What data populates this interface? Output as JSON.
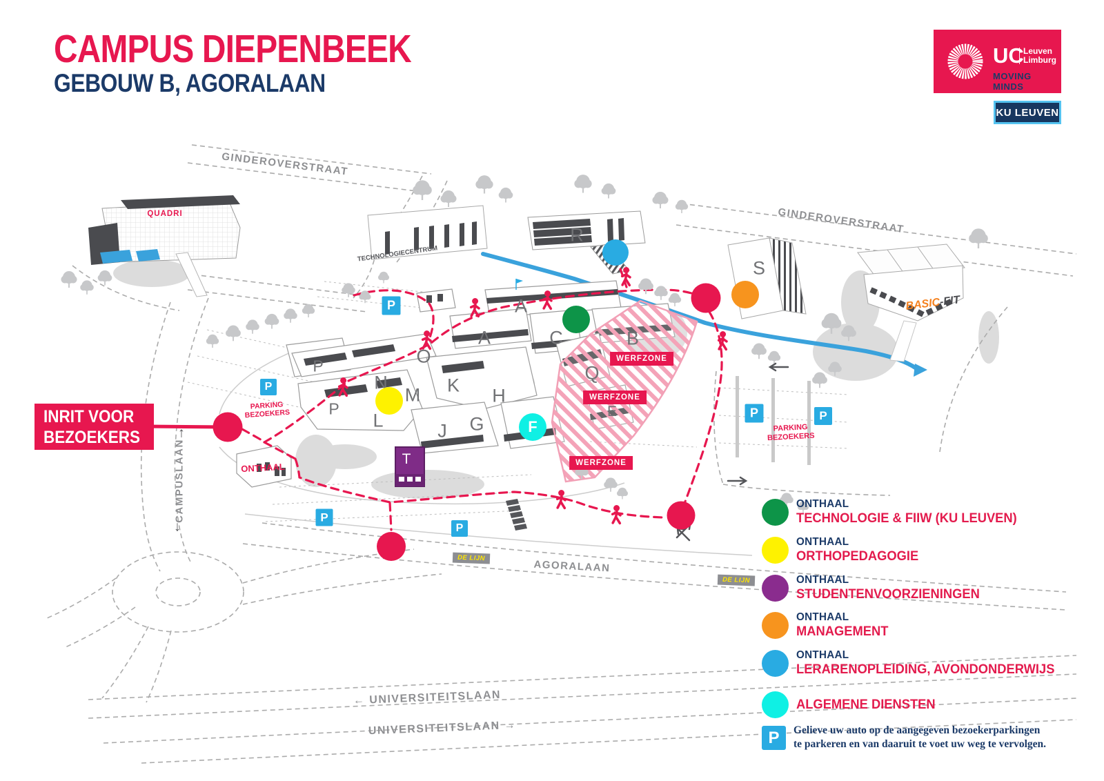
{
  "header": {
    "title": "CAMPUS DIEPENBEEK",
    "subtitle": "GEBOUW B, AGORALAAN"
  },
  "logos": {
    "ucll": {
      "uc": "UC",
      "region1": "Leuven",
      "region2": "Limburg",
      "tagline": "MOVING MINDS"
    },
    "kuleuven": {
      "label": "KU LEUVEN"
    }
  },
  "colors": {
    "brand_pink": "#E7174F",
    "navy": "#1B3A68",
    "light_blue": "#55C3F0",
    "parking_blue": "#29ABE2",
    "stream_blue": "#3AA2DC",
    "delijn_yellow": "#FFE600",
    "basicfit_orange": "#F58220",
    "purple_building": "#7F2C87",
    "legend_green": "#0D9448",
    "legend_yellow": "#FEF200",
    "legend_purple": "#8A2C8E",
    "legend_orange": "#F7941E",
    "legend_blue": "#29ABE2",
    "legend_cyan": "#0FF0E4",
    "marker_red": "#E7174F"
  },
  "map": {
    "street_labels": {
      "ginderoverstraat_left": "GINDEROVERSTRAAT",
      "ginderoverstraat_right": "GINDEROVERSTRAAT",
      "campuslaan": "CAMPUSLAAN",
      "campuslaan_arrow_up": "↑",
      "campuslaan_arrow_down": "↓",
      "agoralaan": "AGORALAAN",
      "universiteitslaan_west": "← UNIVERSITEITSLAAN",
      "universiteitslaan_east": "UNIVERSITEITSLAAN →"
    },
    "named_buildings": {
      "quadri": "QUADRI",
      "technologiecentrum": "TECHNOLOGIECENTRUM",
      "basic": "BASIC",
      "fit": "-FIT",
      "onthaal": "ONTHAAL",
      "t": "T"
    },
    "letters": [
      {
        "l": "R"
      },
      {
        "l": "S"
      },
      {
        "l": "A"
      },
      {
        "l": "A"
      },
      {
        "l": "C"
      },
      {
        "l": "B"
      },
      {
        "l": "O"
      },
      {
        "l": "Q"
      },
      {
        "l": "N"
      },
      {
        "l": "M"
      },
      {
        "l": "K"
      },
      {
        "l": "H"
      },
      {
        "l": "P"
      },
      {
        "l": "P"
      },
      {
        "l": "L"
      },
      {
        "l": "J"
      },
      {
        "l": "G"
      },
      {
        "l": "E"
      }
    ],
    "marker_f": "F",
    "werfzone_labels": [
      "WERFZONE",
      "WERFZONE",
      "WERFZONE"
    ],
    "de_lijn_labels": [
      "DE LIJN",
      "DE LIJN"
    ],
    "p_icon": "P",
    "parking_bezoekers_left": {
      "line1": "PARKING",
      "line2": "BEZOEKERS"
    },
    "parking_bezoekers_right": {
      "line1": "PARKING",
      "line2": "BEZOEKERS"
    },
    "inrit": {
      "line1": "INRIT VOOR",
      "line2": "BEZOEKERS"
    }
  },
  "legend": {
    "items": [
      {
        "color": "#0D9448",
        "line1": "ONTHAAL",
        "line2": "TECHNOLOGIE & FIIW (KU LEUVEN)"
      },
      {
        "color": "#FEF200",
        "line1": "ONTHAAL",
        "line2": "ORTHOPEDAGOGIE"
      },
      {
        "color": "#8A2C8E",
        "line1": "ONTHAAL",
        "line2": "STUDENTENVOORZIENINGEN"
      },
      {
        "color": "#F7941E",
        "line1": "ONTHAAL",
        "line2": "MANAGEMENT"
      },
      {
        "color": "#29ABE2",
        "line1": "ONTHAAL",
        "line2": "LERARENOPLEIDING, AVONDONDERWIJS"
      },
      {
        "color": "#0FF0E4",
        "line1": "",
        "line2": "ALGEMENE DIENSTEN"
      }
    ],
    "parking_note": {
      "icon": "P",
      "line1": "Gelieve uw auto op de aangegeven bezoekerparkingen",
      "line2": "te parkeren en van daaruit te voet uw weg te vervolgen."
    }
  }
}
